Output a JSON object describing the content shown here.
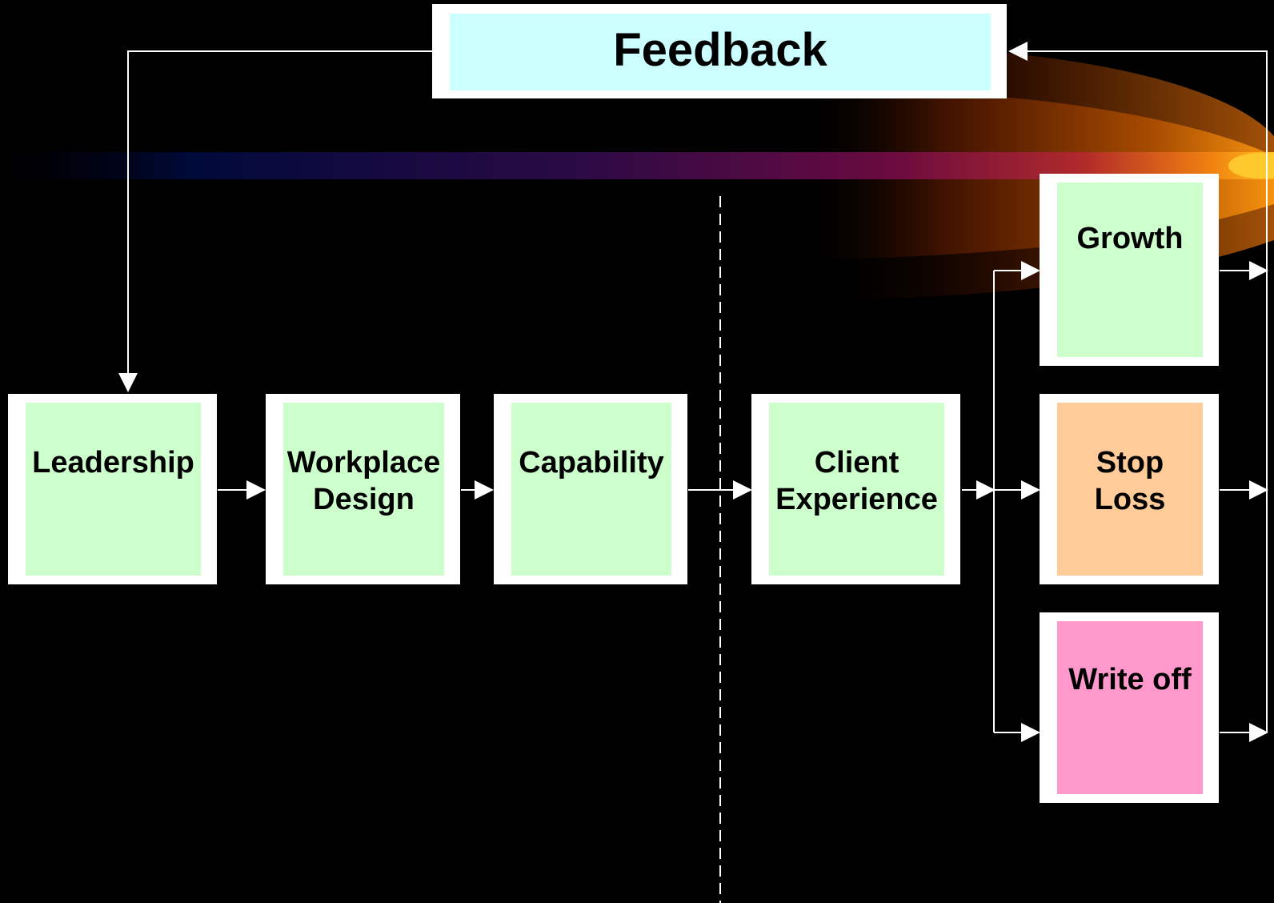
{
  "diagram": {
    "feedback": {
      "label": "Feedback",
      "color": "#ccffff"
    },
    "nodes": [
      {
        "id": "leadership",
        "label": "Leadership",
        "color": "#ccffcc"
      },
      {
        "id": "workplace-design",
        "label": "Workplace\nDesign",
        "color": "#ccffcc"
      },
      {
        "id": "capability",
        "label": "Capability",
        "color": "#ccffcc"
      },
      {
        "id": "client-experience",
        "label": "Client\nExperience",
        "color": "#ccffcc"
      },
      {
        "id": "growth",
        "label": "Growth",
        "color": "#ccffcc"
      },
      {
        "id": "stop-loss",
        "label": "Stop\nLoss",
        "color": "#ffcc99"
      },
      {
        "id": "write-off",
        "label": "Write off",
        "color": "#ff99cc"
      }
    ],
    "connector_color": "#ffffff",
    "background": "#000000"
  }
}
